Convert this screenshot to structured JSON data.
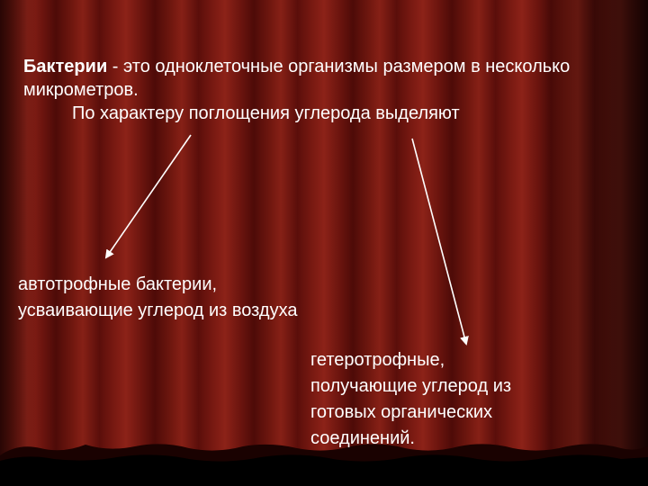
{
  "slide": {
    "intro_bold": "Бактерии",
    "intro_rest": " - это одноклеточные организмы размером в несколько микрометров.",
    "intro_line3": "По характеру поглощения углерода выделяют",
    "left_text": "автотрофные бактерии,\nусваивающие углерод из воздуха",
    "right_text": "гетеротрофные,\nполучающие углерод из\nготовых органических\nсоединений."
  },
  "colors": {
    "curtain_dark": "#4e0b08",
    "curtain_light": "#8c2218",
    "text": "#ffffff",
    "arrow": "#ffffff"
  }
}
